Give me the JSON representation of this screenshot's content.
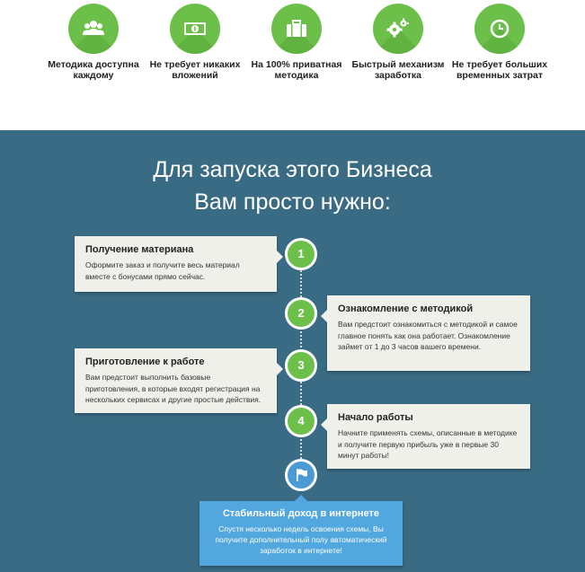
{
  "features": [
    {
      "icon": "users-icon",
      "label": "Методика доступна каждому"
    },
    {
      "icon": "money-icon",
      "label": "Не требует никаких вложений"
    },
    {
      "icon": "briefcase-icon",
      "label": "На 100% приватная методика"
    },
    {
      "icon": "gears-icon",
      "label": "Быстрый механизм заработка"
    },
    {
      "icon": "clock-icon",
      "label": "Не требует больших временных затрат"
    }
  ],
  "section": {
    "title_line1": "Для запуска этого Бизнеса",
    "title_line2": "Вам просто нужно:"
  },
  "steps": [
    {
      "number": "1",
      "title": "Получение материана",
      "text": "Оформите заказ и получите весь материал вместе с бонусами прямо сейчас."
    },
    {
      "number": "2",
      "title": "Ознакомление с методикой",
      "text": "Вам предстоит ознакомиться с методикой и самое главное понять как она работает. Ознакомление займет от 1 до 3 часов вашего времени."
    },
    {
      "number": "3",
      "title": "Приготовление к работе",
      "text": "Вам предстоит выполнить базовые приготовления, в которые входят регистрация на нескольких сервисах и другие простые действия."
    },
    {
      "number": "4",
      "title": "Начало работы",
      "text": "Начните применять схемы, описанные в методике и получите первую прибыль уже в первые 30 минут работы!"
    }
  ],
  "final": {
    "icon": "flag-icon",
    "title": "Стабильный доход в интернете",
    "text": "Спустя несколько недель освоения схемы, Вы получите дополнительный полу автоматический заработок в интернете!"
  },
  "colors": {
    "green": "#6cc04a",
    "section_bg": "#396b84",
    "blue": "#52a7de",
    "card_bg": "#f0f0eb"
  }
}
